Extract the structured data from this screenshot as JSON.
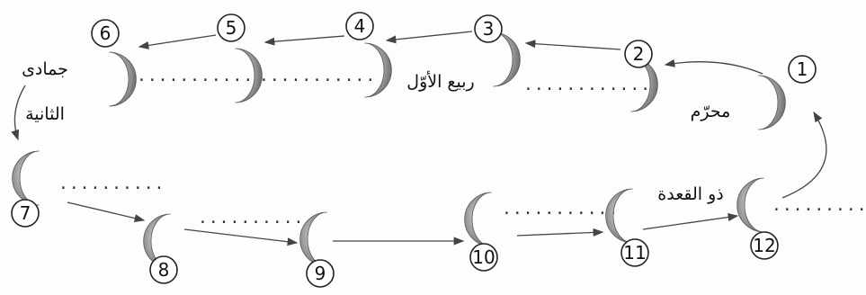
{
  "months": [
    {
      "id": "m1",
      "number": "1",
      "name": "محرّم",
      "placeholder": ""
    },
    {
      "id": "m2",
      "number": "2",
      "name": "",
      "placeholder": "............"
    },
    {
      "id": "m3",
      "number": "3",
      "name": "ربيع الأوّل",
      "placeholder": ""
    },
    {
      "id": "m4",
      "number": "4",
      "name": "",
      "placeholder": "..........."
    },
    {
      "id": "m5",
      "number": "5",
      "name": "",
      "placeholder": "..........."
    },
    {
      "id": "m6",
      "number": "6",
      "name_line1": "جمادى",
      "name_line2": "الثانية",
      "placeholder": ""
    },
    {
      "id": "m7",
      "number": "7",
      "name": "",
      "placeholder": ".........."
    },
    {
      "id": "m8",
      "number": "8",
      "name": "",
      "placeholder": "..........."
    },
    {
      "id": "m9",
      "number": "9",
      "name": "",
      "placeholder": ""
    },
    {
      "id": "m10",
      "number": "10",
      "name": "",
      "placeholder": "..........."
    },
    {
      "id": "m11",
      "number": "11",
      "name": "ذو القعدة",
      "placeholder": ""
    },
    {
      "id": "m12",
      "number": "12",
      "name": "",
      "placeholder": "..........."
    }
  ]
}
